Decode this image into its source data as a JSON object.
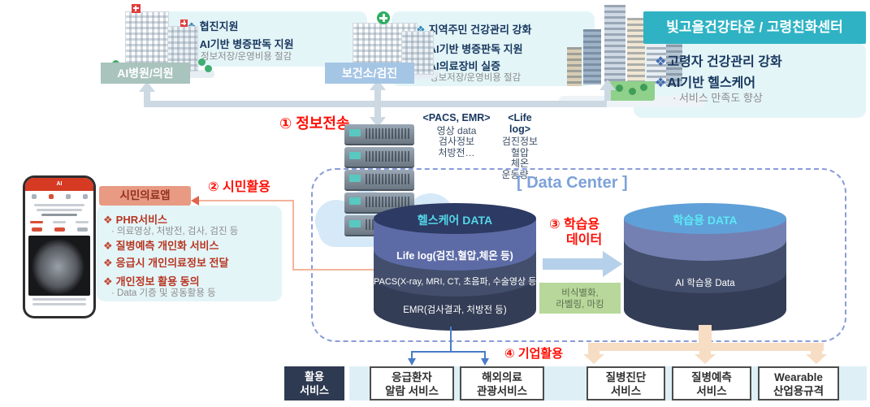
{
  "glyphs": {
    "bullet": "❖"
  },
  "institutions": {
    "hospital": {
      "label": "AI병원/의원",
      "bullet1": "협진지원",
      "bullet2": "AI기반 병증판독 지원",
      "sub": "· 정보저장/운영비용 절감"
    },
    "health_center": {
      "label": "보건소/검진",
      "bullet1": "지역주민 건강관리 강화",
      "bullet2": "AI기반 병증판독 지원",
      "bullet3": "AI의료장비 실증",
      "sub": "· 정보저장/운영비용 절감"
    },
    "health_town": {
      "title": "빛고을건강타운 / 고령친화센터",
      "bullet1": "고령자 건강관리 강화",
      "bullet2": "AI기반 헬스케어",
      "sub": "· 서비스 만족도 향상"
    }
  },
  "flows": {
    "transfer": "① 정보전송",
    "citizen": "② 시민활용",
    "learning_line1": "③ 학습용",
    "learning_line2": "데이터",
    "enterprise": "④ 기업활용"
  },
  "data_columns": {
    "pacs": {
      "header": "<PACS, EMR>",
      "item1": "영상 data",
      "item2": "검사정보",
      "item3": "처방전…"
    },
    "lifelog": {
      "header": "<Life log>",
      "item1": "검진정보",
      "item2": "혈압",
      "item3": "체온",
      "item4": "운동량…"
    }
  },
  "data_center": {
    "title": "[ Data Center ]",
    "healthcare": {
      "title": "헬스케어 DATA",
      "band1": "Life log(검진,혈압,체온 등)",
      "band2": "PACS(X-ray, MRI, CT, 초음파, 수술영상 등",
      "band3": "EMR(검사결과, 처방전 등)"
    },
    "learning": {
      "title": "학습용 DATA",
      "band": "AI 학습용 Data"
    },
    "process": {
      "line1": "비식별화,",
      "line2": "라벨링, 마킹"
    }
  },
  "citizen_app": {
    "title": "시민의료앱",
    "phone_logo": "AI",
    "b1": "PHR서비스",
    "b1_sub": "· 의료영상, 처방전, 검사, 검진 등",
    "b2": "질병예측 개인화 서비스",
    "b3": "응급시 개인의료정보 전달",
    "b4": "개인정보 활용 동의",
    "b4_sub": "· Data 기증 및 공동활용 등"
  },
  "services": {
    "category_line1": "활용",
    "category_line2": "서비스",
    "box1_line1": "응급환자",
    "box1_line2": "알람 서비스",
    "box2_line1": "해외의료",
    "box2_line2": "관광서비스",
    "box3_line1": "질병진단",
    "box3_line2": "서비스",
    "box4_line1": "질병예측",
    "box4_line2": "서비스",
    "box5_line1": "Wearable",
    "box5_line2": "산업용규격"
  },
  "colors": {
    "teal_title": "#2fb3c4",
    "panel_cyan": "#e4f5f8",
    "red_flow": "#ff0f05",
    "navy_text": "#17375e",
    "steel_blue": "#7da2d9",
    "salmon_box": "#e89a83",
    "green_process": "#b7d89a",
    "cylinder_dark_top": "#2d3a63",
    "cylinder_light_top": "#5fa0d8"
  }
}
